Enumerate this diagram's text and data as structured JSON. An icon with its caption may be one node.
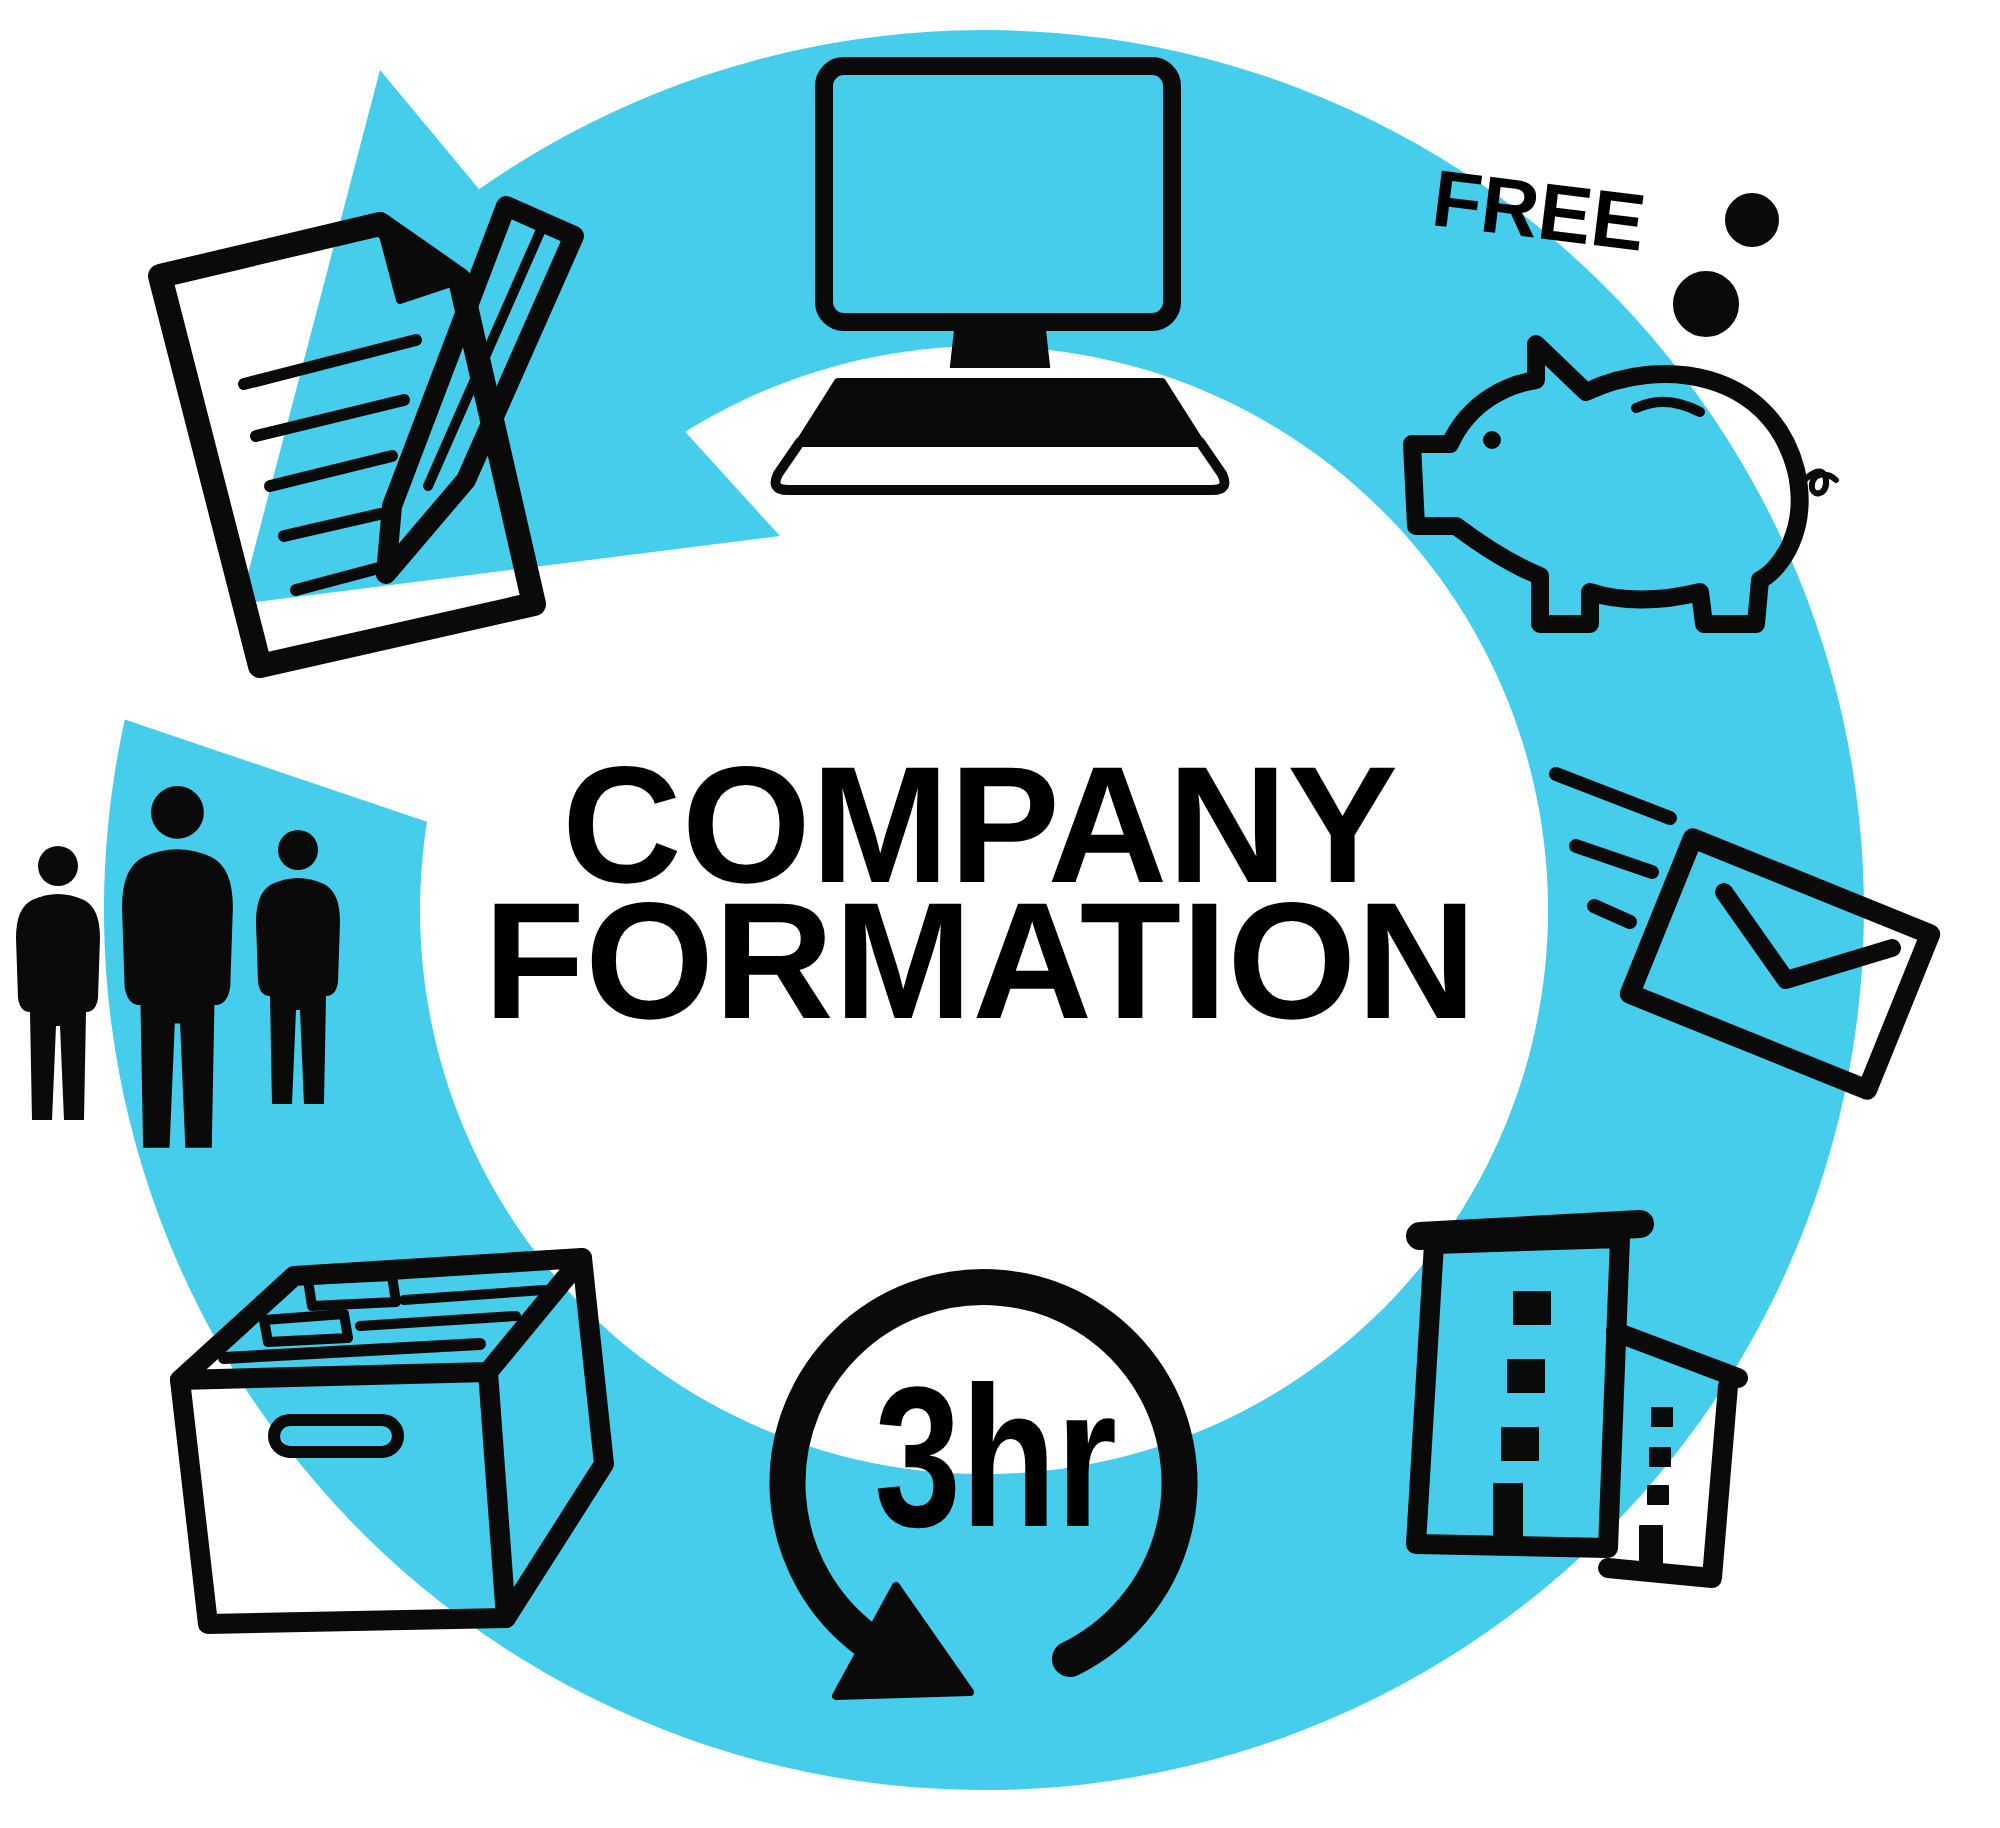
{
  "diagram": {
    "title": "COMPANY FORMATION",
    "labels": [
      "FREE",
      "3hr"
    ]
  }
}
